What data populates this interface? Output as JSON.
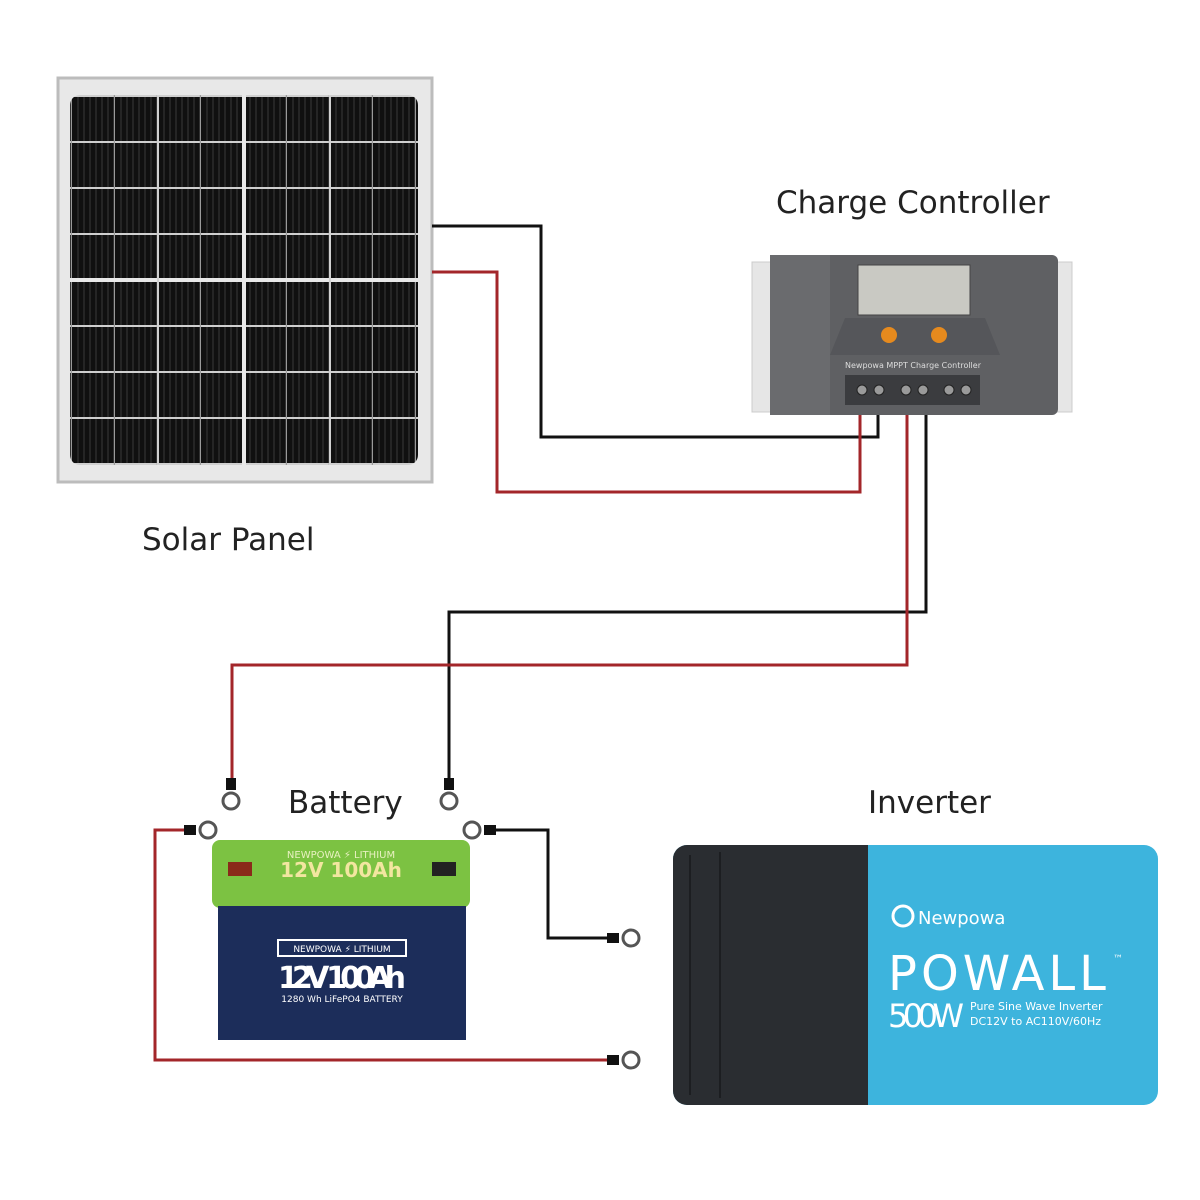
{
  "labels": {
    "solar_panel": "Solar Panel",
    "charge_controller": "Charge Controller",
    "battery": "Battery",
    "inverter": "Inverter"
  },
  "controller": {
    "brand_text": "Newpowa MPPT Charge Controller"
  },
  "battery": {
    "brand_band": "NEWPOWA ⚡ LITHIUM",
    "model": "12V 100Ah",
    "subtitle": "1280 Wh LiFePO4 BATTERY"
  },
  "inverter": {
    "brand": "Newpowa",
    "product": "POWALL",
    "trademark": "™",
    "power": "500W",
    "line1": "Pure Sine Wave Inverter",
    "line2": "DC12V to AC110V/60Hz"
  },
  "colors": {
    "positive_wire": "#a3262a",
    "negative_wire": "#111111",
    "inverter_blue": "#3db4dd",
    "battery_green": "#7cc242",
    "battery_navy": "#1c2d5a"
  }
}
